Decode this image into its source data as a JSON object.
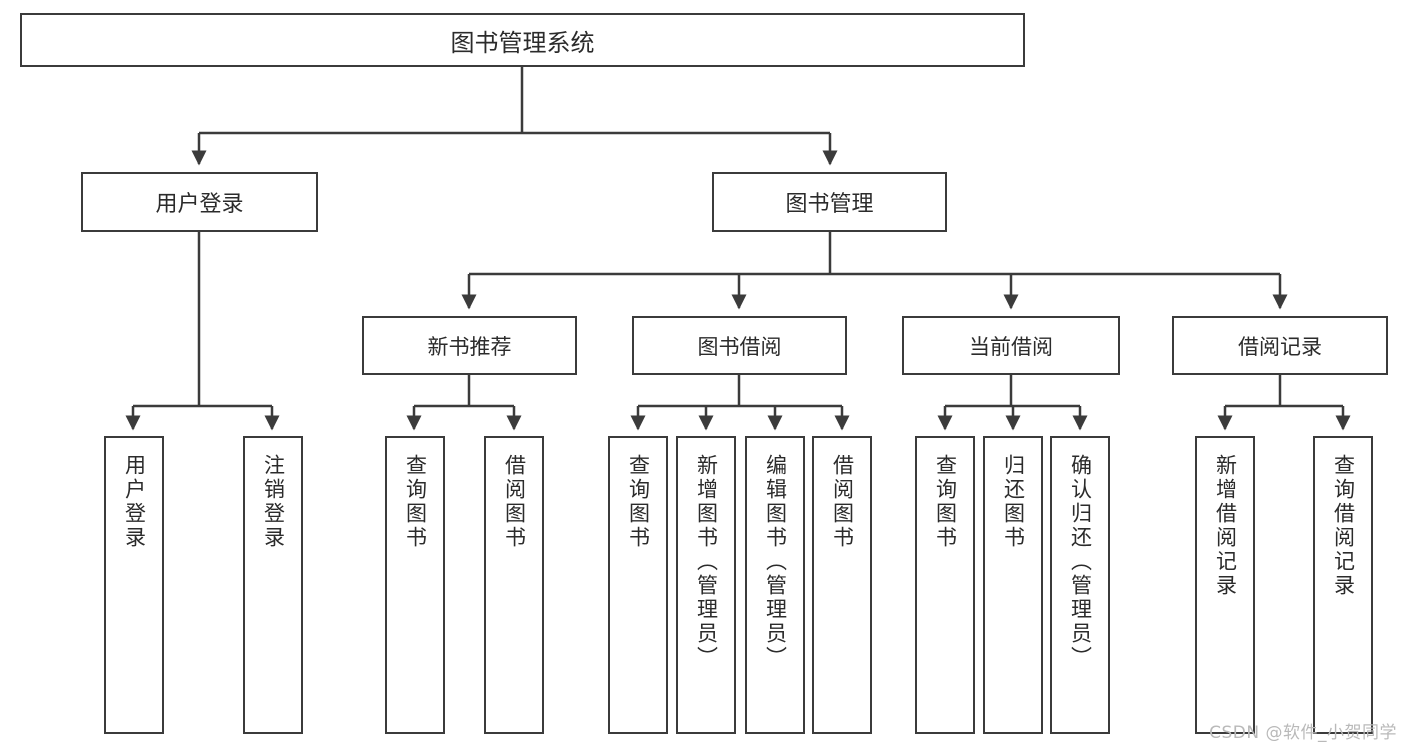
{
  "diagram": {
    "title": "图书管理系统",
    "type": "tree-hierarchy-chart",
    "colors": {
      "box_border": "#3b3b3b",
      "box_fill": "#ffffff",
      "connector": "#3b3b3b",
      "text": "#2b2b2b",
      "watermark": "#b9b9b9",
      "background": "#ffffff"
    },
    "root": {
      "label": "图书管理系统"
    },
    "level2": [
      {
        "label": "用户登录"
      },
      {
        "label": "图书管理"
      }
    ],
    "level3": [
      {
        "label": "新书推荐"
      },
      {
        "label": "图书借阅"
      },
      {
        "label": "当前借阅"
      },
      {
        "label": "借阅记录"
      }
    ],
    "leaves": {
      "user_login": [
        {
          "label": "用户登录"
        },
        {
          "label": "注销登录"
        }
      ],
      "new_book_recommend": [
        {
          "label": "查询图书"
        },
        {
          "label": "借阅图书"
        }
      ],
      "book_borrow": [
        {
          "label": "查询图书"
        },
        {
          "label": "新增图书（管理员）"
        },
        {
          "label": "编辑图书（管理员）"
        },
        {
          "label": "借阅图书"
        }
      ],
      "current_borrow": [
        {
          "label": "查询图书"
        },
        {
          "label": "归还图书"
        },
        {
          "label": "确认归还（管理员）"
        }
      ],
      "borrow_record": [
        {
          "label": "新增借阅记录"
        },
        {
          "label": "查询借阅记录"
        }
      ]
    }
  },
  "watermark": {
    "text": "CSDN @软件_小贺同学"
  }
}
